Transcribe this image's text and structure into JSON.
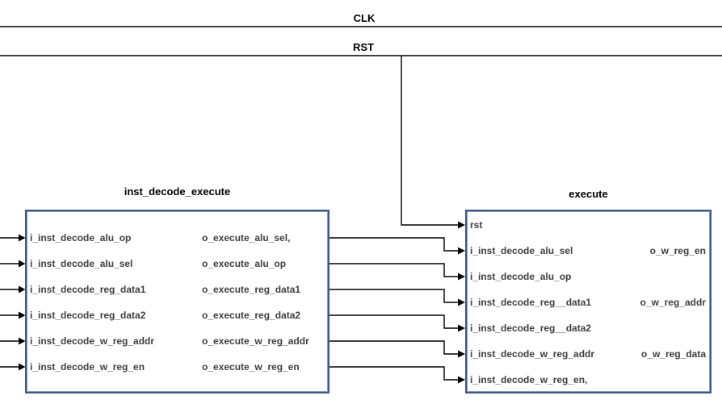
{
  "signals": {
    "clk": "CLK",
    "rst": "RST"
  },
  "modules": [
    {
      "title": "inst_decode_execute",
      "inputs": [
        "i_inst_decode_alu_op",
        "i_inst_decode_alu_sel",
        "i_inst_decode_reg_data1",
        "i_inst_decode_reg_data2",
        "i_inst_decode_w_reg_addr",
        "i_inst_decode_w_reg_en"
      ],
      "outputs": [
        "o_execute_alu_sel,",
        "o_execute_alu_op",
        "o_execute_reg_data1",
        "o_execute_reg_data2",
        "o_execute_w_reg_addr",
        "o_execute_w_reg_en"
      ]
    },
    {
      "title": "execute",
      "inputs": [
        "rst",
        "i_inst_decode_alu_sel",
        "i_inst_decode_alu_op",
        "i_inst_decode_reg__data1",
        "i_inst_decode_reg__data2",
        "i_inst_decode_w_reg_addr",
        "i_inst_decode_w_reg_en,"
      ],
      "outputs": [
        "o_w_reg_en",
        "o_w_reg_addr",
        "o_w_reg_data"
      ]
    }
  ],
  "colors": {
    "wire": "#000000",
    "block_border": "#3D5A87",
    "port_text": "#3F3F3F",
    "title_text": "#000000",
    "background": "#FFFFFF"
  }
}
